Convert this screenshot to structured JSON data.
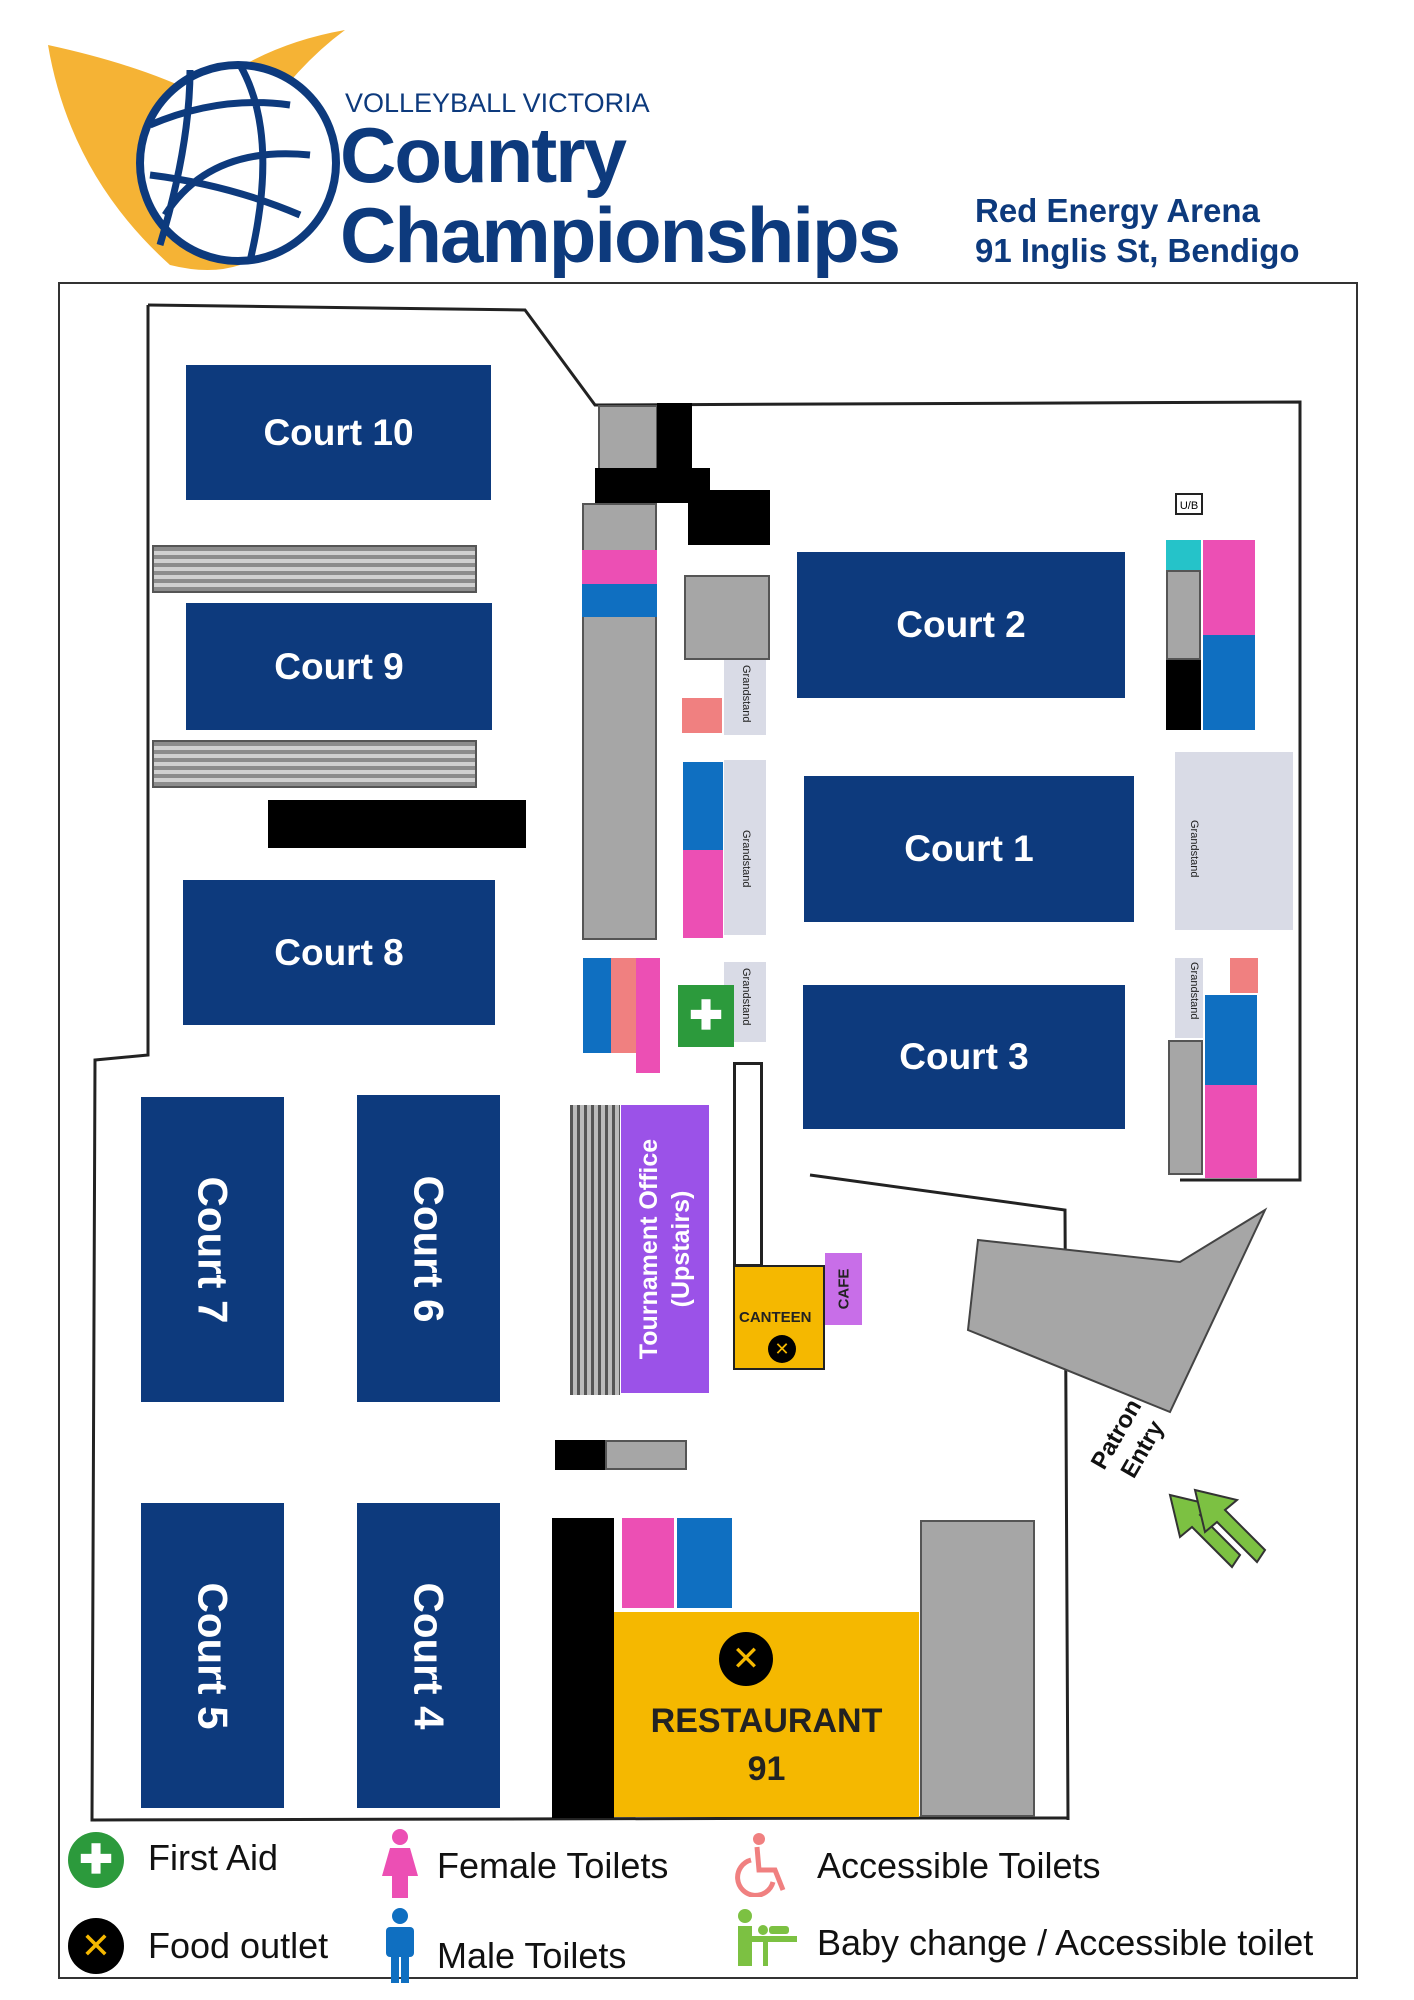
{
  "header": {
    "org": "VOLLEYBALL VICTORIA",
    "title_line1": "Country",
    "title_line2": "Championships",
    "venue_line1": "Red Energy Arena",
    "venue_line2": "91 Inglis St, Bendigo"
  },
  "courts": {
    "c1": "Court 1",
    "c2": "Court 2",
    "c3": "Court 3",
    "c4": "Court 4",
    "c5": "Court 5",
    "c6": "Court 6",
    "c7": "Court 7",
    "c8": "Court 8",
    "c9": "Court 9",
    "c10": "Court 10"
  },
  "labels": {
    "tournament_office": "Tournament Office",
    "upstairs": "(Upstairs)",
    "canteen": "CANTEEN",
    "cafe": "CAFE",
    "restaurant": "RESTAURANT",
    "restaurant_num": "91",
    "patron": "Patron",
    "entry": "Entry",
    "grandstand": "Grandstand",
    "ub": "U/B"
  },
  "legend": {
    "first_aid": "First Aid",
    "food_outlet": "Food outlet",
    "female_toilets": "Female Toilets",
    "male_toilets": "Male Toilets",
    "accessible_toilets": "Accessible Toilets",
    "baby_change": "Baby change / Accessible toilet"
  },
  "colors": {
    "court": "#0d3a7d",
    "female": "#ec4fb4",
    "male": "#0f6fc1",
    "accessible": "#f08080",
    "first_aid": "#2c9a3c",
    "food": "#f5b800",
    "office": "#9b52e8",
    "entry_arrow": "#7cc142",
    "logo_wing": "#f5b335"
  }
}
